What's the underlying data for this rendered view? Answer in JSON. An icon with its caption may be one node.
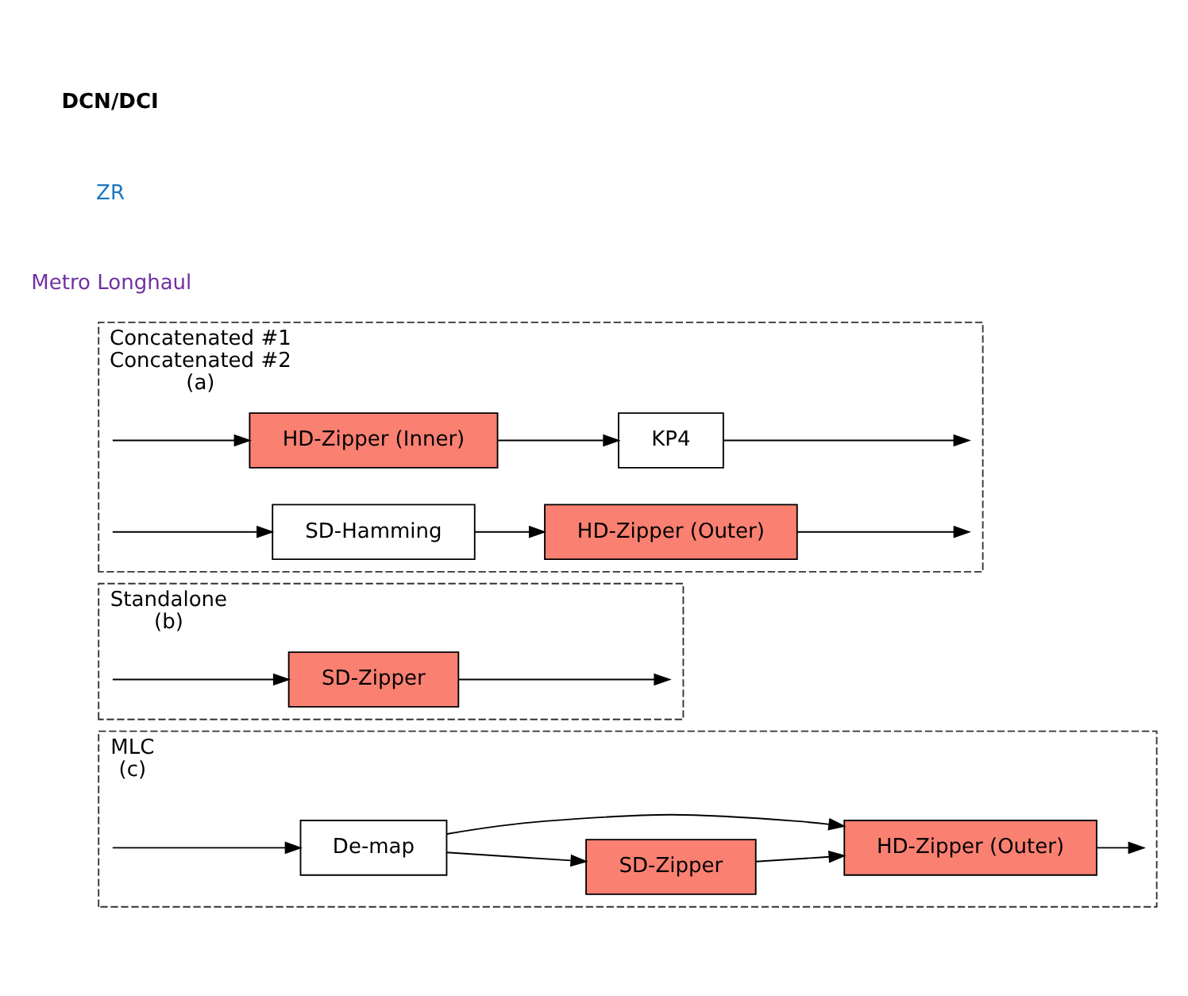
{
  "diagram": {
    "nodes": [
      {
        "text": [
          "Concatenated #1",
          "Concatenated #2",
          "(a)"
        ]
      },
      {
        "text": [
          "HD-Zipper (Inner)"
        ],
        "in": 0
      },
      {
        "text": [
          "KP4"
        ],
        "in": 0
      },
      {
        "text": [
          "SD-Hamming"
        ],
        "in": 0
      },
      {
        "text": [
          "HD-Zipper (Outer)"
        ],
        "in": 0
      },
      {
        "text": [
          "Standalone",
          "(b)"
        ]
      },
      {
        "text": [
          "SD-Zipper"
        ],
        "in": 5
      },
      {
        "text": [
          "MLC",
          "(c)"
        ]
      },
      {
        "text": [
          "De-map"
        ],
        "in": 7
      },
      {
        "text": [
          "SD-Zipper"
        ],
        "in": 7
      },
      {
        "text": [
          "HD-Zipper (Outer)"
        ],
        "in": 7
      }
    ],
    "edges": [
      {
        "from": null,
        "to": 1,
        "arrow": "to"
      },
      {
        "from": 1,
        "to": 2,
        "arrow": "to"
      },
      {
        "from": 2,
        "to": null,
        "arrow": "to"
      },
      {
        "from": null,
        "to": 3,
        "arrow": "to"
      },
      {
        "from": 3,
        "to": 4,
        "arrow": "to"
      },
      {
        "from": 4,
        "to": null,
        "arrow": "to"
      },
      {
        "from": 6,
        "to": null,
        "arrow": "to"
      },
      {
        "from": null,
        "to": 6,
        "arrow": "to"
      },
      {
        "from": null,
        "to": 8,
        "arrow": "to"
      },
      {
        "from": 8,
        "to": 9,
        "arrow": "to"
      },
      {
        "from": 8,
        "to": 10,
        "arrow": "to"
      },
      {
        "from": 9,
        "to": 10,
        "arrow": "to"
      },
      {
        "from": 10,
        "to": null,
        "arrow": "to"
      }
    ],
    "labels": [
      "DCN/DCI",
      "ZR",
      "Metro Longhaul"
    ]
  }
}
